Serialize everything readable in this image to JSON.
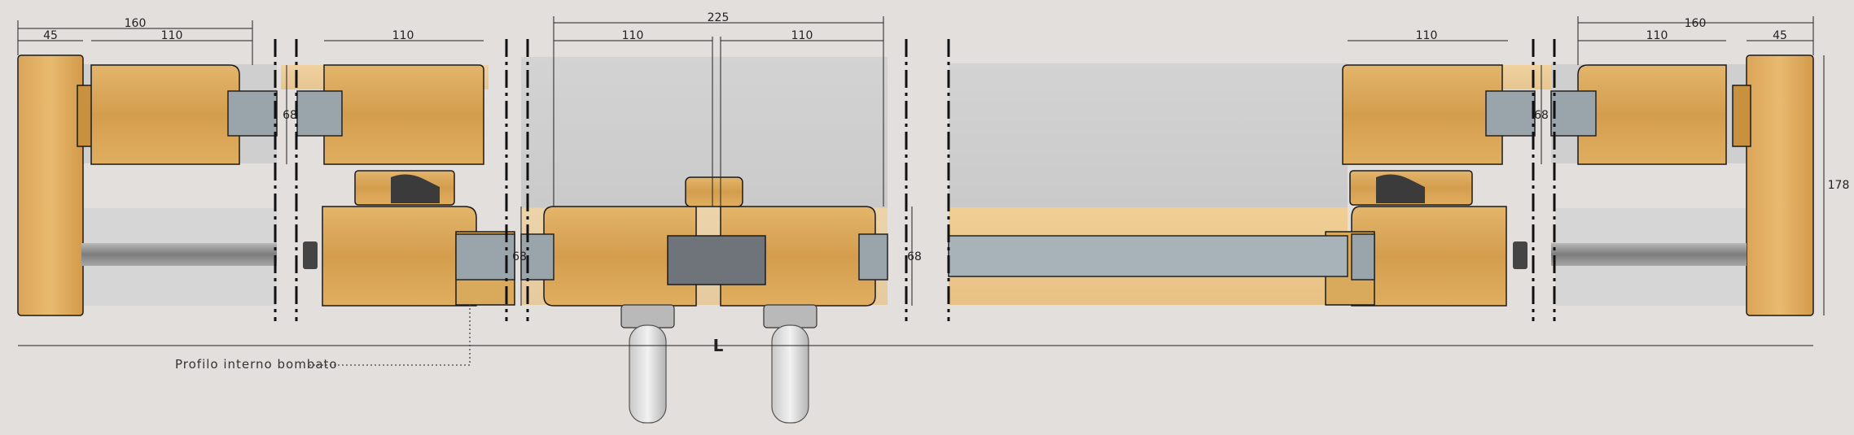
{
  "diagram": {
    "dimensions": {
      "d160_left": "160",
      "d45_left": "45",
      "d110_left_a": "110",
      "d110_left_b": "110",
      "d225": "225",
      "d110_mid_a": "110",
      "d110_mid_b": "110",
      "d110_right_a": "110",
      "d160_right": "160",
      "d110_right_b": "110",
      "d45_right": "45",
      "d68_a": "68",
      "d68_b": "68",
      "d68_c": "68",
      "d68_d": "68",
      "d178": "178",
      "overall": "L"
    },
    "annotation": "Profilo interno bombato",
    "colors": {
      "background": "#e2dfdc",
      "wood": "#d9a85a",
      "wood_dark": "#b98336",
      "glass": "#bfc6cc",
      "steel": "#8a9096",
      "gasket": "#3a3a3a"
    }
  }
}
